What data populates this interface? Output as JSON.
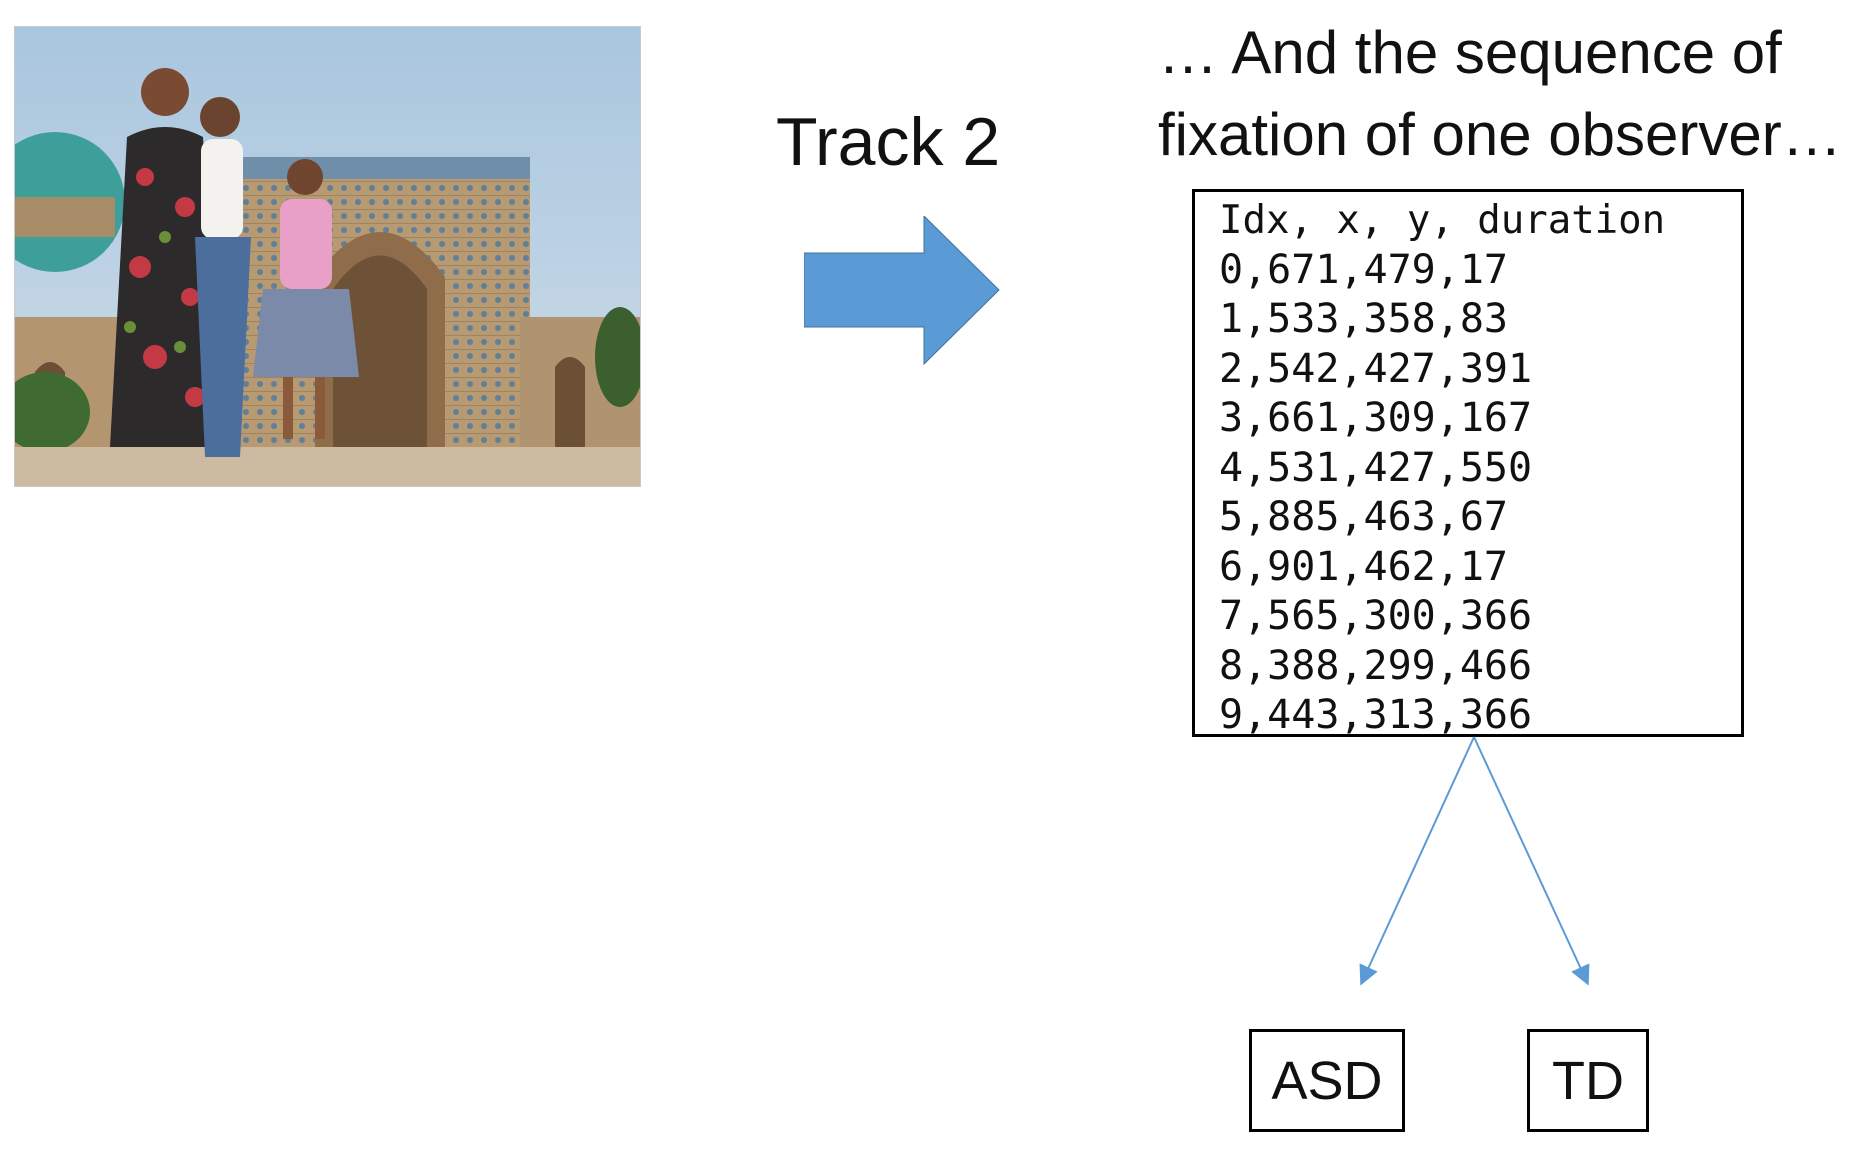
{
  "photo": {
    "alt": ""
  },
  "track_label": "Track 2",
  "caption_lines": [
    "… And the sequence of",
    "fixation of one observer…"
  ],
  "fixation_table": {
    "header": "Idx, x, y, duration",
    "rows": [
      "0,671,479,17",
      "1,533,358,83",
      "2,542,427,391",
      "3,661,309,167",
      "4,531,427,550",
      "5,885,463,67",
      "6,901,462,17",
      "7,565,300,366",
      "8,388,299,466",
      "9,443,313,366"
    ]
  },
  "classes": {
    "asd": "ASD",
    "td": "TD"
  },
  "colors": {
    "arrow_fill": "#5b9bd5",
    "connector": "#5b9bd5",
    "box_border": "#000000"
  }
}
